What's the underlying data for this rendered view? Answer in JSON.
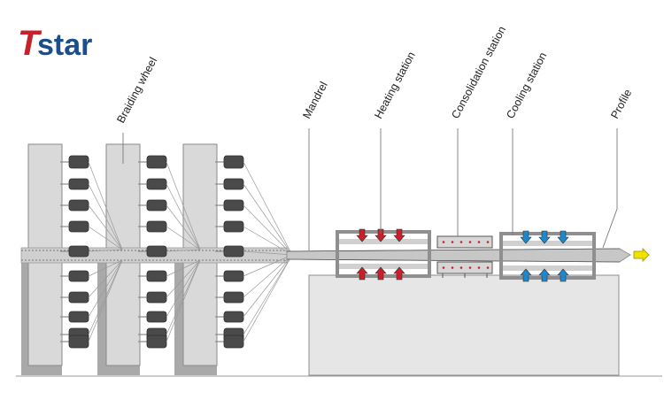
{
  "logo": {
    "first": "T",
    "rest": "star",
    "color_first": "#c8202a",
    "color_rest": "#1a4e8c"
  },
  "labels": {
    "braiding_wheel": "Braiding wheel",
    "mandrel": "Mandrel",
    "heating_station": "Heating station",
    "consolidation_station": "Consolidation station",
    "cooling_station": "Cooling station",
    "profile": "Profile"
  },
  "colors": {
    "wheel_fill": "#d9d9d9",
    "wheel_shadow": "#a9a9a9",
    "bobbin": "#4a4a4a",
    "heat_arrow": "#c8202a",
    "cool_arrow": "#1f88cc",
    "output_arrow": "#f2e000",
    "station_frame": "#8f8f8f",
    "table": "#e6e6e6"
  }
}
